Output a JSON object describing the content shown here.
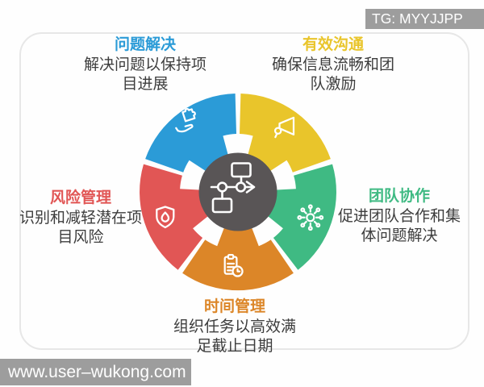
{
  "watermarks": {
    "top_right": {
      "text": "TG: MYYJJPP",
      "bar_color": "#9d9d9d",
      "text_color": "#ffffff"
    },
    "bottom_left": {
      "text": "www.user–wukong.com",
      "bar_color": "#9d9d9d",
      "text_color": "#ffffff"
    }
  },
  "center_hub": {
    "icon": "flowchart-icon",
    "color": "#595556",
    "icon_color": "#ffffff"
  },
  "segments": [
    {
      "id": "problem-solving",
      "position": "top-left",
      "title": "问题解决",
      "description": "解决问题以保持项目进展",
      "color": "#2B9BD7",
      "icon": "hand-puzzle-icon"
    },
    {
      "id": "effective-communication",
      "position": "top-right",
      "title": "有效沟通",
      "description": "确保信息流畅和团队激励",
      "color": "#E9C52B",
      "icon": "megaphone-icon"
    },
    {
      "id": "team-collaboration",
      "position": "right",
      "title": "团队协作",
      "description": "促进团队合作和集体问题解决",
      "color": "#3FBA83",
      "icon": "network-hub-icon"
    },
    {
      "id": "time-management",
      "position": "bottom",
      "title": "时间管理",
      "description": "组织任务以高效满足截止日期",
      "color": "#DC8628",
      "icon": "clipboard-clock-icon"
    },
    {
      "id": "risk-management",
      "position": "left",
      "title": "风险管理",
      "description": "识别和减轻潜在项目风险",
      "color": "#E15655",
      "icon": "shield-flame-icon"
    }
  ],
  "body_text_color": "#3d3d3d"
}
